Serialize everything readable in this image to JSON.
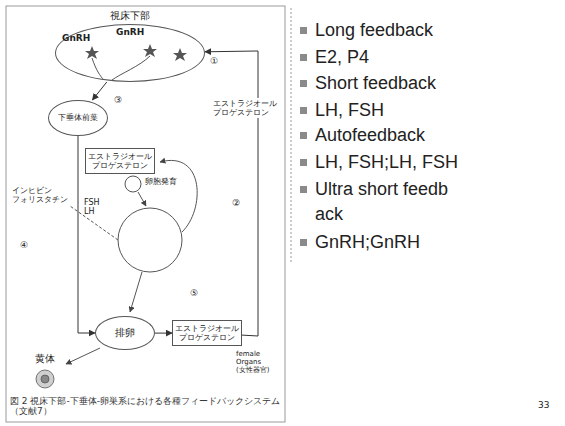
{
  "diagram": {
    "caption": "図 2 視床下部-下垂体-卵巣系における各種フィードバックシステム（文献7）",
    "nodes": [
      {
        "text": [
          "視床下部"
        ]
      },
      {
        "text": [
          "下垂体前葉"
        ]
      },
      {
        "text": [
          "エストラジオール プロゲステロン"
        ]
      },
      {
        "text": [
          "排卵"
        ]
      },
      {
        "text": [
          "黄体"
        ]
      },
      {
        "text": [
          "エストラジオール プロゲステロン"
        ]
      }
    ],
    "edges": [
      {
        "from": 0,
        "to": 1,
        "arrow": "to"
      },
      {
        "from": 1,
        "to": 3,
        "arrow": "to"
      },
      {
        "from": 3,
        "to": 5,
        "arrow": "to"
      },
      {
        "from": 5,
        "to": 0,
        "arrow": "to"
      }
    ],
    "labels": [
      "GnRH",
      "GnRH",
      "インヒビン フォリスタチン",
      "FSH LH",
      "卵胞発育",
      "エストラジオール プロゲステロン",
      "female Organs (女性器官)",
      "①",
      "②",
      "③",
      "④",
      "⑤",
      "Long feedback",
      "E2, P4",
      "Short feedback",
      "LH, FSH",
      "Autofeedback",
      "LH, FSH;LH, FSH",
      "Ultra short feedb ack",
      "GnRH;GnRH",
      "33"
    ]
  }
}
